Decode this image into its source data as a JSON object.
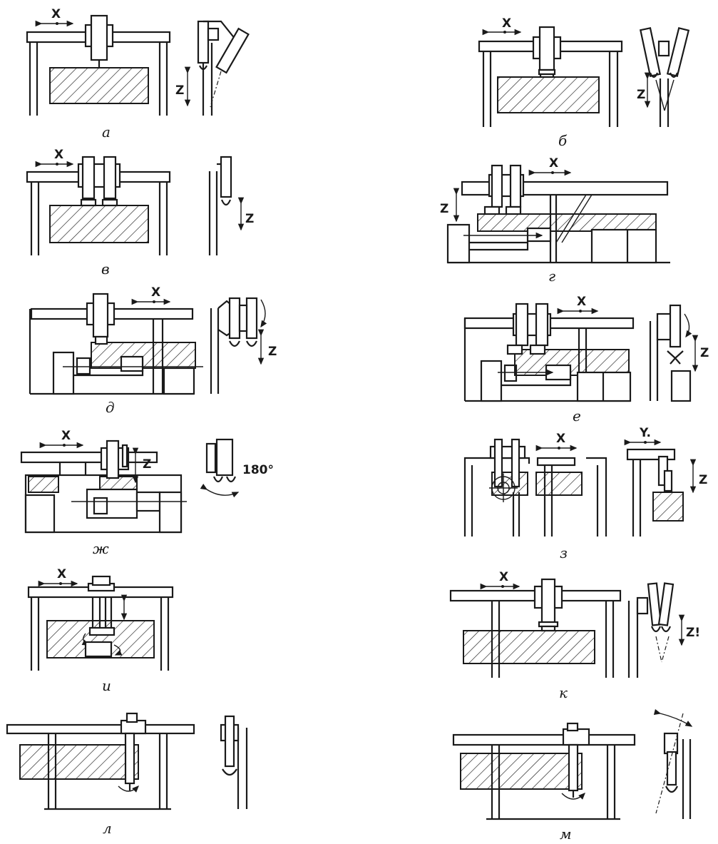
{
  "panels": [
    {
      "id": "a",
      "caption": "а",
      "labels": [
        "X",
        "Z"
      ]
    },
    {
      "id": "b",
      "caption": "б",
      "labels": [
        "X",
        "Z"
      ]
    },
    {
      "id": "v",
      "caption": "в",
      "labels": [
        "X",
        "Z"
      ]
    },
    {
      "id": "g",
      "caption": "г",
      "labels": [
        "X",
        "Z"
      ]
    },
    {
      "id": "d",
      "caption": "д",
      "labels": [
        "X",
        "Z"
      ]
    },
    {
      "id": "e",
      "caption": "е",
      "labels": [
        "X",
        "Z"
      ]
    },
    {
      "id": "zh",
      "caption": "ж",
      "labels": [
        "X",
        "Z",
        "180°"
      ]
    },
    {
      "id": "z",
      "caption": "з",
      "labels": [
        "X",
        "Y.",
        "Z"
      ]
    },
    {
      "id": "i",
      "caption": "и",
      "labels": [
        "X"
      ]
    },
    {
      "id": "k",
      "caption": "к",
      "labels": [
        "X",
        "Z!"
      ]
    },
    {
      "id": "l",
      "caption": "л",
      "labels": []
    },
    {
      "id": "m",
      "caption": "м",
      "labels": []
    }
  ]
}
